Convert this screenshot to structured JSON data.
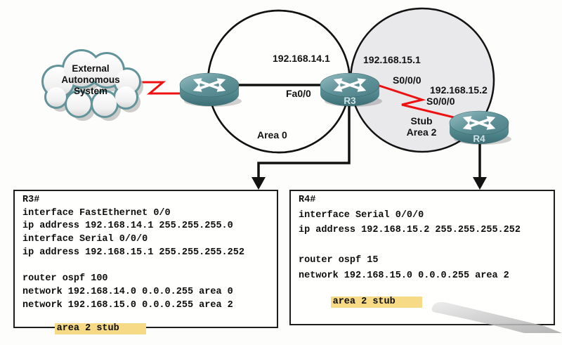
{
  "diagram_title": "OSPF stub area topology with R3 and R4 configurations",
  "colors": {
    "link_red": "#ee1111",
    "line_black": "#121212",
    "stub_area_fill": "#e9e9ec",
    "highlight_yellow": "#f6da86",
    "router_teal": "#4a7f86",
    "cloud_outline_teal": "#63949b"
  },
  "cloud": {
    "line1": "External",
    "line2": "Autonomous",
    "line3": "System"
  },
  "areas": {
    "area0_label": "Area 0",
    "stub_label_line1": "Stub",
    "stub_label_line2": "Area 2"
  },
  "routers": {
    "edge": "",
    "r3": "R3",
    "r4": "R4"
  },
  "labels": {
    "ip_r3_fa": "192.168.14.1",
    "fa_interface": "Fa0/0",
    "ip_r3_serial": "192.168.15.1",
    "serial_r3": "S0/0/0",
    "ip_r4_serial": "192.168.15.2",
    "serial_r4": "S0/0/0"
  },
  "config": {
    "r3": {
      "lines": [
        "R3#",
        "interface FastEthernet 0/0",
        "ip address 192.168.14.1 255.255.255.0",
        "interface Serial 0/0/0",
        "ip address 192.168.15.1 255.255.255.252",
        "",
        "router ospf 100",
        "network 192.168.14.0 0.0.0.255 area 0",
        "network 192.168.15.0 0.0.0.255 area 2",
        "area 2 stub"
      ]
    },
    "r4": {
      "lines": [
        "R4#",
        "interface Serial 0/0/0",
        "ip address 192.168.15.2 255.255.255.252",
        "",
        "router ospf 15",
        "network 192.168.15.0 0.0.0.255 area 2",
        "area 2 stub"
      ]
    }
  }
}
